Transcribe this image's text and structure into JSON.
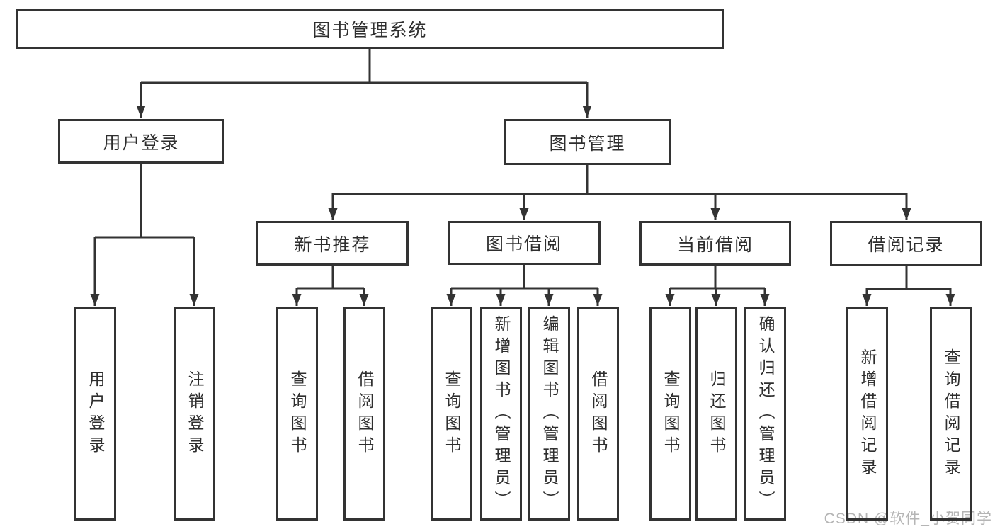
{
  "diagram": {
    "tree": {
      "label": "图书管理系统",
      "children": [
        {
          "label": "用户登录",
          "children": [
            {
              "label": "用户登录"
            },
            {
              "label": "注销登录"
            }
          ]
        },
        {
          "label": "图书管理",
          "children": [
            {
              "label": "新书推荐",
              "children": [
                {
                  "label": "查询图书"
                },
                {
                  "label": "借阅图书"
                }
              ]
            },
            {
              "label": "图书借阅",
              "children": [
                {
                  "label": "查询图书"
                },
                {
                  "label": "新增图书（管理员）"
                },
                {
                  "label": "编辑图书（管理员）"
                },
                {
                  "label": "借阅图书"
                }
              ]
            },
            {
              "label": "当前借阅",
              "children": [
                {
                  "label": "查询图书"
                },
                {
                  "label": "归还图书"
                },
                {
                  "label": "确认归还（管理员）"
                }
              ]
            },
            {
              "label": "借阅记录",
              "children": [
                {
                  "label": "新增借阅记录"
                },
                {
                  "label": "查询借阅记录"
                }
              ]
            }
          ]
        }
      ]
    },
    "colors": {
      "line": "#333333",
      "text": "#2e2e2e",
      "box_background": "#ffffff"
    }
  },
  "watermark": {
    "text": "CSDN @软件_小贺同学",
    "color": "#b5b5b5"
  }
}
